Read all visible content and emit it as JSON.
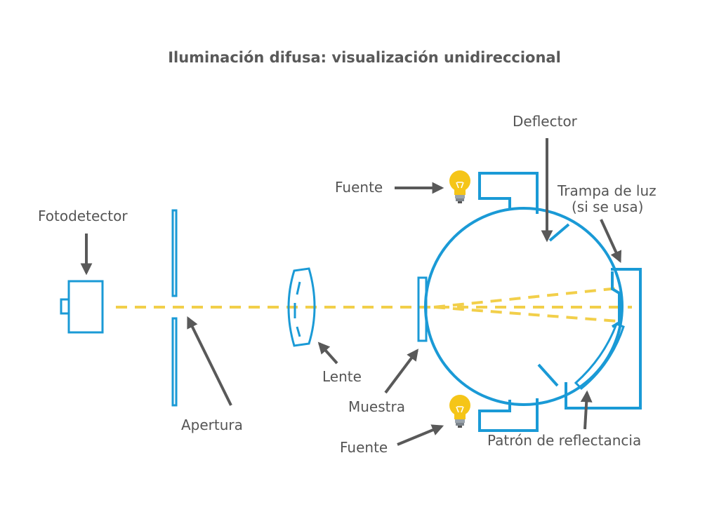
{
  "title": "Iluminación difusa: visualización unidireccional",
  "labels": {
    "photodetector": "Fotodetector",
    "aperture": "Apertura",
    "lens": "Lente",
    "sample": "Muestra",
    "source_top": "Fuente",
    "source_bottom": "Fuente",
    "deflector": "Deflector",
    "light_trap_line1": "Trampa de luz",
    "light_trap_line2": "(si se usa)",
    "reflectance_standard": "Patrón de reflectancia"
  },
  "colors": {
    "component": "#1a9ad6",
    "beam": "#f2cf4a",
    "arrow": "#595959",
    "text": "#555555",
    "bulb": "#f5c518"
  },
  "icons": [
    "lightbulb-icon",
    "lightbulb-icon"
  ]
}
